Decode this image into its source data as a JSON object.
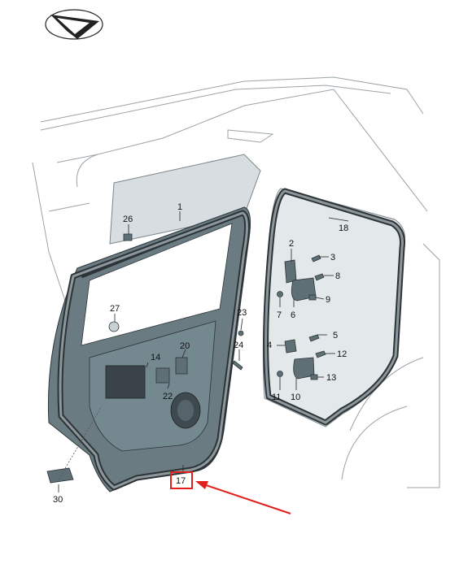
{
  "logo": {
    "icon": "brand-emblem-icon"
  },
  "callouts": [
    {
      "id": "1",
      "text": "1"
    },
    {
      "id": "2",
      "text": "2"
    },
    {
      "id": "3",
      "text": "3"
    },
    {
      "id": "4",
      "text": "4"
    },
    {
      "id": "5",
      "text": "5"
    },
    {
      "id": "6",
      "text": "6"
    },
    {
      "id": "7",
      "text": "7"
    },
    {
      "id": "8",
      "text": "8"
    },
    {
      "id": "9",
      "text": "9"
    },
    {
      "id": "10",
      "text": "10"
    },
    {
      "id": "11",
      "text": "11"
    },
    {
      "id": "12",
      "text": "12"
    },
    {
      "id": "13",
      "text": "13"
    },
    {
      "id": "14",
      "text": "14"
    },
    {
      "id": "17",
      "text": "17"
    },
    {
      "id": "18",
      "text": "18"
    },
    {
      "id": "20",
      "text": "20"
    },
    {
      "id": "22",
      "text": "22"
    },
    {
      "id": "23",
      "text": "23"
    },
    {
      "id": "24",
      "text": "24"
    },
    {
      "id": "26",
      "text": "26"
    },
    {
      "id": "27",
      "text": "27"
    },
    {
      "id": "30",
      "text": "30"
    }
  ],
  "highlight": {
    "target": "17",
    "box_color": "#e0201b",
    "arrow_color": "#e0201b"
  }
}
